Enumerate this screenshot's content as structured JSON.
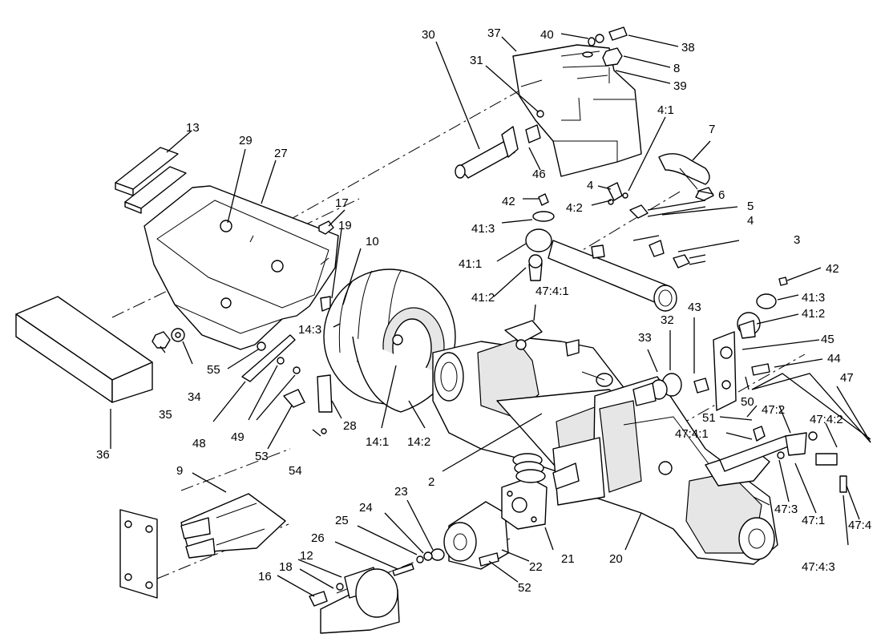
{
  "diagram": {
    "type": "exploded-parts-diagram",
    "callouts": [
      {
        "id": "c-30",
        "text": "30"
      },
      {
        "id": "c-37",
        "text": "37"
      },
      {
        "id": "c-40",
        "text": "40"
      },
      {
        "id": "c-38",
        "text": "38"
      },
      {
        "id": "c-8",
        "text": "8"
      },
      {
        "id": "c-39",
        "text": "39"
      },
      {
        "id": "c-31",
        "text": "31"
      },
      {
        "id": "c-4-1",
        "text": "4:1"
      },
      {
        "id": "c-7",
        "text": "7"
      },
      {
        "id": "c-13",
        "text": "13"
      },
      {
        "id": "c-29",
        "text": "29"
      },
      {
        "id": "c-27",
        "text": "27"
      },
      {
        "id": "c-46",
        "text": "46"
      },
      {
        "id": "c-4a",
        "text": "4"
      },
      {
        "id": "c-6",
        "text": "6"
      },
      {
        "id": "c-42a",
        "text": "42"
      },
      {
        "id": "c-4-2",
        "text": "4:2"
      },
      {
        "id": "c-5",
        "text": "5"
      },
      {
        "id": "c-17",
        "text": "17"
      },
      {
        "id": "c-41-3a",
        "text": "41:3"
      },
      {
        "id": "c-4b",
        "text": "4"
      },
      {
        "id": "c-19",
        "text": "19"
      },
      {
        "id": "c-3",
        "text": "3"
      },
      {
        "id": "c-10",
        "text": "10"
      },
      {
        "id": "c-41-1",
        "text": "41:1"
      },
      {
        "id": "c-42b",
        "text": "42"
      },
      {
        "id": "c-41-2a",
        "text": "41:2"
      },
      {
        "id": "c-47-4-1a",
        "text": "47:4:1"
      },
      {
        "id": "c-41-3b",
        "text": "41:3"
      },
      {
        "id": "c-43",
        "text": "43"
      },
      {
        "id": "c-41-2b",
        "text": "41:2"
      },
      {
        "id": "c-14-3",
        "text": "14:3"
      },
      {
        "id": "c-32",
        "text": "32"
      },
      {
        "id": "c-33",
        "text": "33"
      },
      {
        "id": "c-45",
        "text": "45"
      },
      {
        "id": "c-44",
        "text": "44"
      },
      {
        "id": "c-55",
        "text": "55"
      },
      {
        "id": "c-47",
        "text": "47"
      },
      {
        "id": "c-35",
        "text": "35"
      },
      {
        "id": "c-34",
        "text": "34"
      },
      {
        "id": "c-50",
        "text": "50"
      },
      {
        "id": "c-47-2",
        "text": "47:2"
      },
      {
        "id": "c-47-4-2",
        "text": "47:4:2"
      },
      {
        "id": "c-51",
        "text": "51"
      },
      {
        "id": "c-48",
        "text": "48"
      },
      {
        "id": "c-49",
        "text": "49"
      },
      {
        "id": "c-28",
        "text": "28"
      },
      {
        "id": "c-47-4-1b",
        "text": "47:4:1"
      },
      {
        "id": "c-36",
        "text": "36"
      },
      {
        "id": "c-53",
        "text": "53"
      },
      {
        "id": "c-14-1",
        "text": "14:1"
      },
      {
        "id": "c-14-2",
        "text": "14:2"
      },
      {
        "id": "c-54",
        "text": "54"
      },
      {
        "id": "c-2",
        "text": "2"
      },
      {
        "id": "c-9",
        "text": "9"
      },
      {
        "id": "c-47-3",
        "text": "47:3"
      },
      {
        "id": "c-47-1",
        "text": "47:1"
      },
      {
        "id": "c-47-4",
        "text": "47:4"
      },
      {
        "id": "c-23",
        "text": "23"
      },
      {
        "id": "c-24",
        "text": "24"
      },
      {
        "id": "c-25",
        "text": "25"
      },
      {
        "id": "c-21",
        "text": "21"
      },
      {
        "id": "c-20",
        "text": "20"
      },
      {
        "id": "c-26",
        "text": "26"
      },
      {
        "id": "c-22",
        "text": "22"
      },
      {
        "id": "c-12",
        "text": "12"
      },
      {
        "id": "c-18",
        "text": "18"
      },
      {
        "id": "c-52",
        "text": "52"
      },
      {
        "id": "c-16",
        "text": "16"
      },
      {
        "id": "c-47-4-3",
        "text": "47:4:3"
      }
    ]
  }
}
